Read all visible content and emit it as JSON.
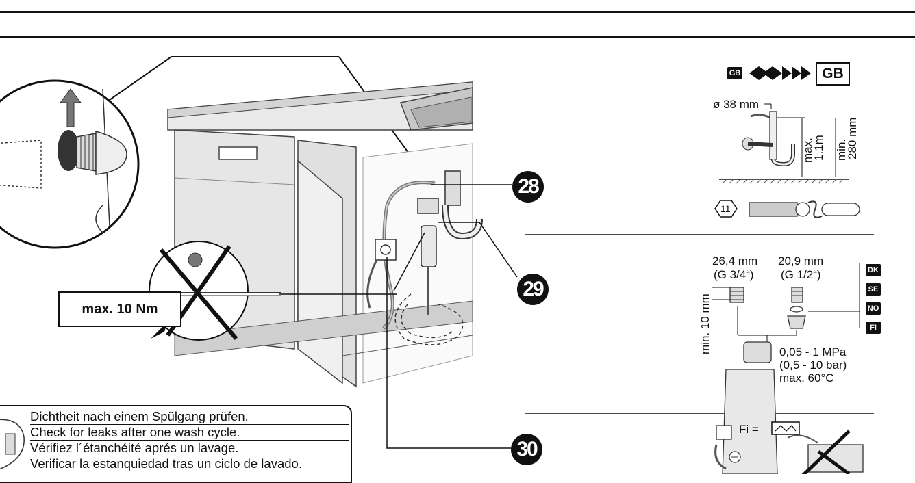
{
  "callouts": {
    "c28": "28",
    "c29": "29",
    "c30": "30"
  },
  "torque_label": "max. 10 Nm",
  "notes": [
    "Dichtheit nach einem Spülgang prüfen.",
    "Check for leaks after one wash cycle.",
    "Vérifiez l´étanchéité aprés un lavage.",
    "Verificar la estanquiedad tras un ciclo de lavado."
  ],
  "gb_section": {
    "small_tag": "GB",
    "big_tag": "GB",
    "pipe_diameter": "ø 38 mm",
    "max_height_1": "max.",
    "max_height_2": "1.1m",
    "min_height_1": "min.",
    "min_height_2": "280 mm",
    "step_number": "11"
  },
  "connection_section": {
    "size_left": "26,4 mm",
    "thread_left": "(G 3/4“)",
    "size_right": "20,9 mm",
    "thread_right": "(G 1/2“)",
    "min_length": "min. 10 mm",
    "country_tags": [
      "DK",
      "SE",
      "NO",
      "FI"
    ],
    "pressure": "0,05 - 1 MPa",
    "pressure_bar": "(0,5 - 10 bar)",
    "max_temp": "max. 60°C"
  },
  "fi_section": {
    "label": "Fi ="
  }
}
